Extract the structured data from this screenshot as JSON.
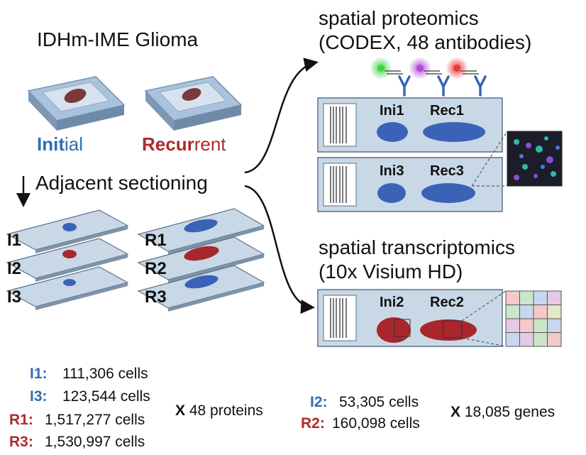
{
  "title": "IDHm-IME Glioma",
  "initial": {
    "bold": "Init",
    "rest": "ial"
  },
  "recurrent": {
    "bold": "Recur",
    "rest": "rent"
  },
  "sectioning": "Adjacent sectioning",
  "slides_left": [
    "I1",
    "I2",
    "I3"
  ],
  "slides_right": [
    "R1",
    "R2",
    "R3"
  ],
  "proteomics": {
    "line1": "spatial proteomics",
    "line2": "(CODEX, 48 antibodies)",
    "slide1": {
      "a": "Ini1",
      "b": "Rec1"
    },
    "slide2": {
      "a": "Ini3",
      "b": "Rec3"
    }
  },
  "transcriptomics": {
    "line1": "spatial transcriptomics",
    "line2": "(10x Visium HD)",
    "slide": {
      "a": "Ini2",
      "b": "Rec2"
    }
  },
  "counts_left": [
    {
      "id": "I1:",
      "value": "111,306 cells"
    },
    {
      "id": "I3:",
      "value": "123,544 cells"
    },
    {
      "id": "R1:",
      "value": "1,517,277 cells"
    },
    {
      "id": "R3:",
      "value": "1,530,997 cells"
    }
  ],
  "multiplier_left": {
    "x": "X",
    "text": "48 proteins"
  },
  "counts_right": [
    {
      "id": "I2:",
      "value": "53,305 cells"
    },
    {
      "id": "R2:",
      "value": "160,098 cells"
    }
  ],
  "multiplier_right": {
    "x": "X",
    "text": "18,085 genes"
  },
  "colors": {
    "blue": "#2f6fb3",
    "red": "#b02a2a",
    "tissue_blue": "#3a63b8",
    "tissue_red": "#a8262c",
    "slide_fill": "#c9d8e6",
    "slide_edge": "#5c7185"
  },
  "grid_colors": [
    "#f3c9c9",
    "#c9e6c9",
    "#c9d6f0",
    "#e6c9e6",
    "#c9e6c9",
    "#c9d6f0",
    "#f3c9c9",
    "#e6e6c9",
    "#e6c9e6",
    "#f3c9c9",
    "#c9e6c9",
    "#c9d6f0",
    "#c9d6f0",
    "#e6c9e6",
    "#c9e6c9",
    "#f3c9c9"
  ]
}
